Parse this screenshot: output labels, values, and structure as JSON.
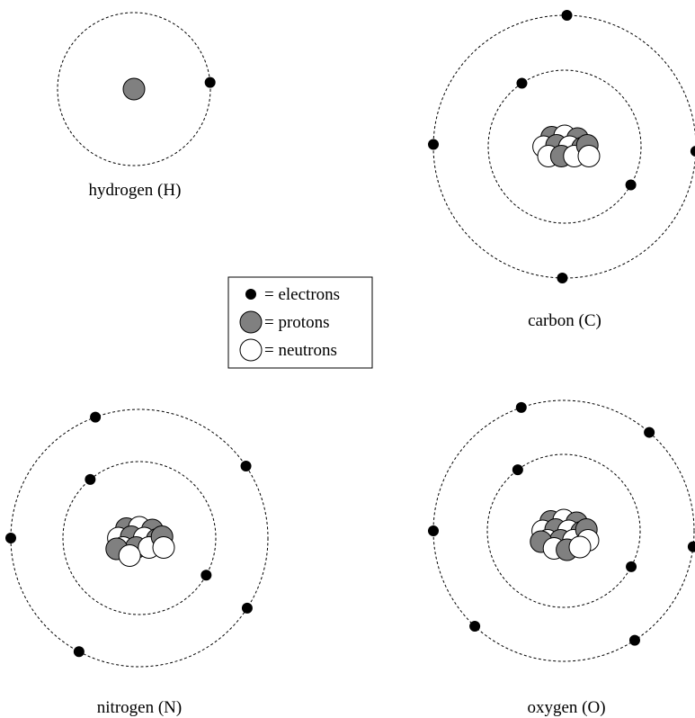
{
  "atoms": [
    {
      "key": "hydrogen",
      "label": "hydrogen (H)",
      "protons": 1,
      "neutrons": 0,
      "electrons_by_shell": [
        1
      ]
    },
    {
      "key": "carbon",
      "label": "carbon (C)",
      "protons": 6,
      "neutrons": 6,
      "electrons_by_shell": [
        2,
        4
      ]
    },
    {
      "key": "nitrogen",
      "label": "nitrogen (N)",
      "protons": 7,
      "neutrons": 7,
      "electrons_by_shell": [
        2,
        5
      ]
    },
    {
      "key": "oxygen",
      "label": "oxygen (O)",
      "protons": 8,
      "neutrons": 8,
      "electrons_by_shell": [
        2,
        6
      ]
    }
  ],
  "legend": {
    "electrons": "= electrons",
    "protons": "= protons",
    "neutrons": "= neutrons"
  },
  "colors": {
    "electron": "#000000",
    "proton": "#808080",
    "neutron": "#ffffff",
    "orbit": "#000000"
  }
}
